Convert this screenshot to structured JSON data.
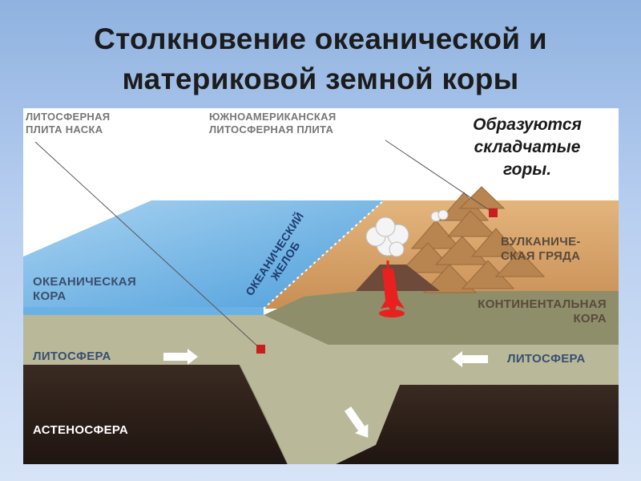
{
  "title": {
    "line1": "Столкновение океанической и",
    "line2": "материковой земной коры"
  },
  "labels": {
    "nazca_plate": [
      "ЛИТОСФЕРНАЯ",
      "ПЛИТА НАСКА"
    ],
    "south_american_plate": [
      "ЮЖНОАМЕРИКАНСКАЯ",
      "ЛИТОСФЕРНАЯ ПЛИТА"
    ],
    "folded_mountains": [
      "Образуются",
      "складчатые",
      "горы."
    ],
    "volcanic_ridge": [
      "ВУЛКАНИЧЕ-",
      "СКАЯ ГРЯДА"
    ],
    "oceanic_crust": [
      "ОКЕАНИЧЕСКАЯ",
      "КОРА"
    ],
    "oceanic_trench": [
      "ОКЕАНИЧЕСКИЙ",
      "ЖЕЛОБ"
    ],
    "continental_crust": [
      "КОНТИНЕНТАЛЬНАЯ",
      "КОРА"
    ],
    "lithosphere_left": "ЛИТОСФЕРА",
    "lithosphere_right": "ЛИТОСФЕРА",
    "asthenosphere": "АСТЕНОСФЕРА"
  },
  "colors": {
    "ocean": "#5aa8e0",
    "land": "#d8a26a",
    "lithosphere": "#b9b99a",
    "continental_crust": "#8e8e6a",
    "asthenosphere": "#2a1d17",
    "magma": "#e82020",
    "marker": "#c81e1e"
  }
}
